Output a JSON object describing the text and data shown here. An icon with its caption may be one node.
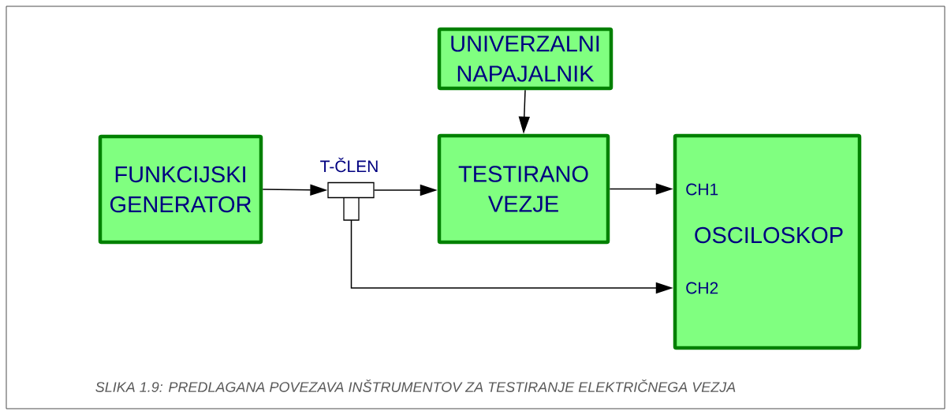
{
  "diagram": {
    "caption": "SLIKA 1.9: PREDLAGANA POVEZAVA INŠTRUMENTOV ZA TESTIRANJE ELEKTRIČNEGA VEZJA",
    "nodes": [
      {
        "text": [
          "UNIVERZALNI NAPAJALNIK"
        ]
      },
      {
        "text": [
          "FUNKCIJSKI GENERATOR"
        ]
      },
      {
        "text": [
          "T-ČLEN"
        ]
      },
      {
        "text": [
          "TESTIRANO VEZJE"
        ]
      },
      {
        "text": [
          "CH1",
          "OSCILOSKOP",
          "CH2"
        ]
      }
    ],
    "edges": [
      {
        "from": 0,
        "to": 3,
        "arrow": "to"
      },
      {
        "from": 1,
        "to": 2,
        "arrow": "to"
      },
      {
        "from": 2,
        "to": 3,
        "arrow": "to"
      },
      {
        "from": 3,
        "to": 4,
        "arrow": "to"
      },
      {
        "from": 2,
        "to": 4,
        "arrow": "to"
      }
    ]
  }
}
